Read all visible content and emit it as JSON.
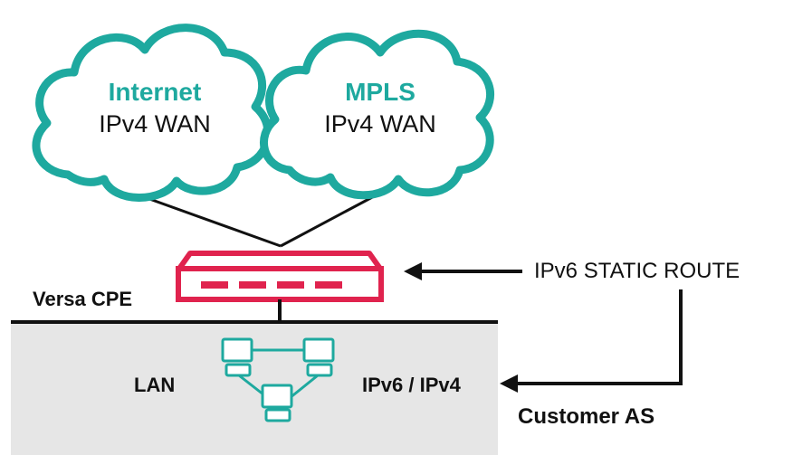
{
  "clouds": [
    {
      "title": "Internet",
      "subtitle": "IPv4 WAN"
    },
    {
      "title": "MPLS",
      "subtitle": "IPv4 WAN"
    }
  ],
  "device_label": "Versa CPE",
  "static_route_label": "IPv6 STATIC ROUTE",
  "lan_label": "LAN",
  "lan_protocols_label": "IPv6 / IPv4",
  "customer_as_label": "Customer AS",
  "colors": {
    "cloud_accent": "#1ea99f",
    "device_accent": "#e0234e",
    "lan_background": "#e6e6e6",
    "line": "#111111"
  },
  "icons": [
    "cloud-icon",
    "router-icon",
    "network-nodes-icon",
    "arrow-icon"
  ]
}
